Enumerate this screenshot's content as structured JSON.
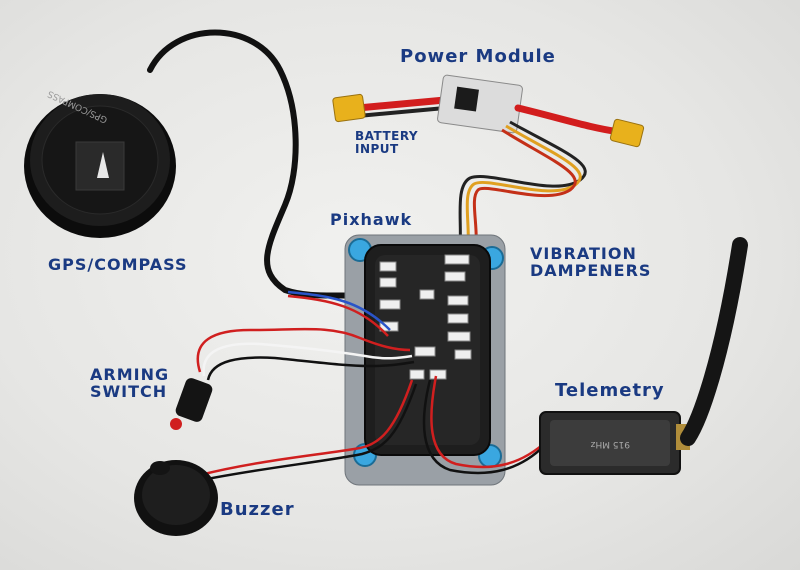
{
  "labels": {
    "power_module": "Power Module",
    "battery_input_1": "BATTERY",
    "battery_input_2": "INPUT",
    "pixhawk": "Pixhawk",
    "gps_compass": "GPS/COMPASS",
    "vibration_1": "VIBRATION",
    "vibration_2": "DAMPENERS",
    "arming_1": "ARMING",
    "arming_2": "SWITCH",
    "telemetry": "Telemetry",
    "buzzer": "Buzzer"
  },
  "printed": {
    "gps_puck_text": "GPS/COMPASS",
    "radio_text": "915 MHz"
  },
  "colors": {
    "label_blue": "#1a3a82",
    "damper_blue": "#3aa7e0",
    "red_wire": "#cc1f1f",
    "xt60_yellow": "#e8b11c"
  }
}
